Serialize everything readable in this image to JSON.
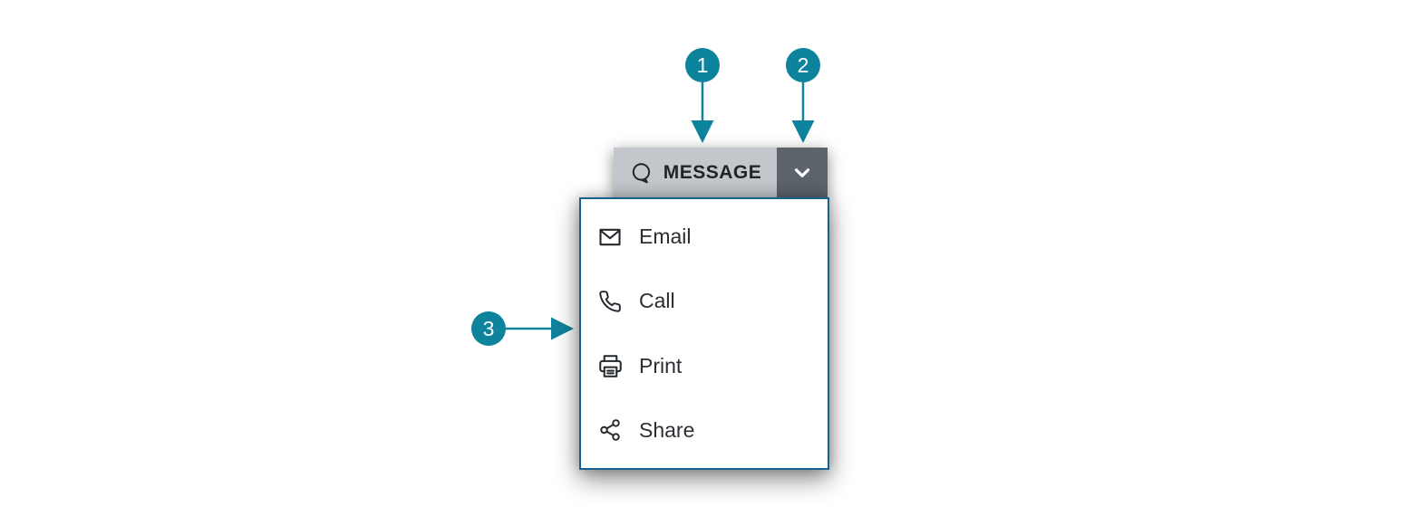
{
  "colors": {
    "callout_teal": "#0e839c",
    "menu_border_blue": "#16618f",
    "button_light_bg": "#c3c7cb",
    "button_dark_bg": "#5c636b",
    "text_dark": "#23282d"
  },
  "split_button": {
    "label": "MESSAGE",
    "icon": "speech-bubble-icon",
    "caret_icon": "chevron-down-icon"
  },
  "menu": {
    "items": [
      {
        "label": "Email",
        "icon": "email-icon"
      },
      {
        "label": "Call",
        "icon": "phone-icon"
      },
      {
        "label": "Print",
        "icon": "print-icon"
      },
      {
        "label": "Share",
        "icon": "share-icon"
      }
    ]
  },
  "callouts": [
    {
      "number": "1",
      "target": "message-button"
    },
    {
      "number": "2",
      "target": "dropdown-caret"
    },
    {
      "number": "3",
      "target": "dropdown-menu"
    }
  ]
}
